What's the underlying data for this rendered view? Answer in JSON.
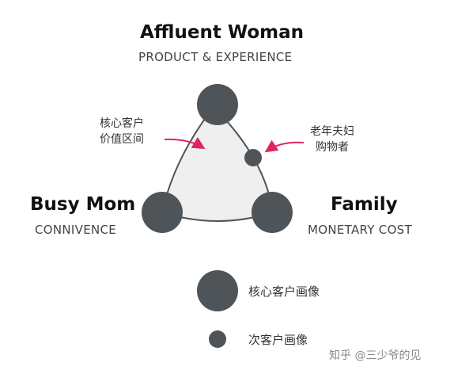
{
  "colors": {
    "node": "#4f5458",
    "triangle_fill": "#efefef",
    "triangle_stroke": "#4f5458",
    "arrow": "#e0245e"
  },
  "top": {
    "title": "Affluent Woman",
    "subtitle": "PRODUCT & EXPERIENCE"
  },
  "left": {
    "title": "Busy Mom",
    "subtitle": "CONNIVENCE"
  },
  "right": {
    "title": "Family",
    "subtitle": "MONETARY COST"
  },
  "annotations": {
    "left_note": [
      "核心客户",
      "价值区间"
    ],
    "right_note": [
      "老年夫妇",
      "购物者"
    ]
  },
  "legend": {
    "major_label": "核心客户画像",
    "minor_label": "次客户画像"
  },
  "watermark": "知乎 @三少爷的见"
}
